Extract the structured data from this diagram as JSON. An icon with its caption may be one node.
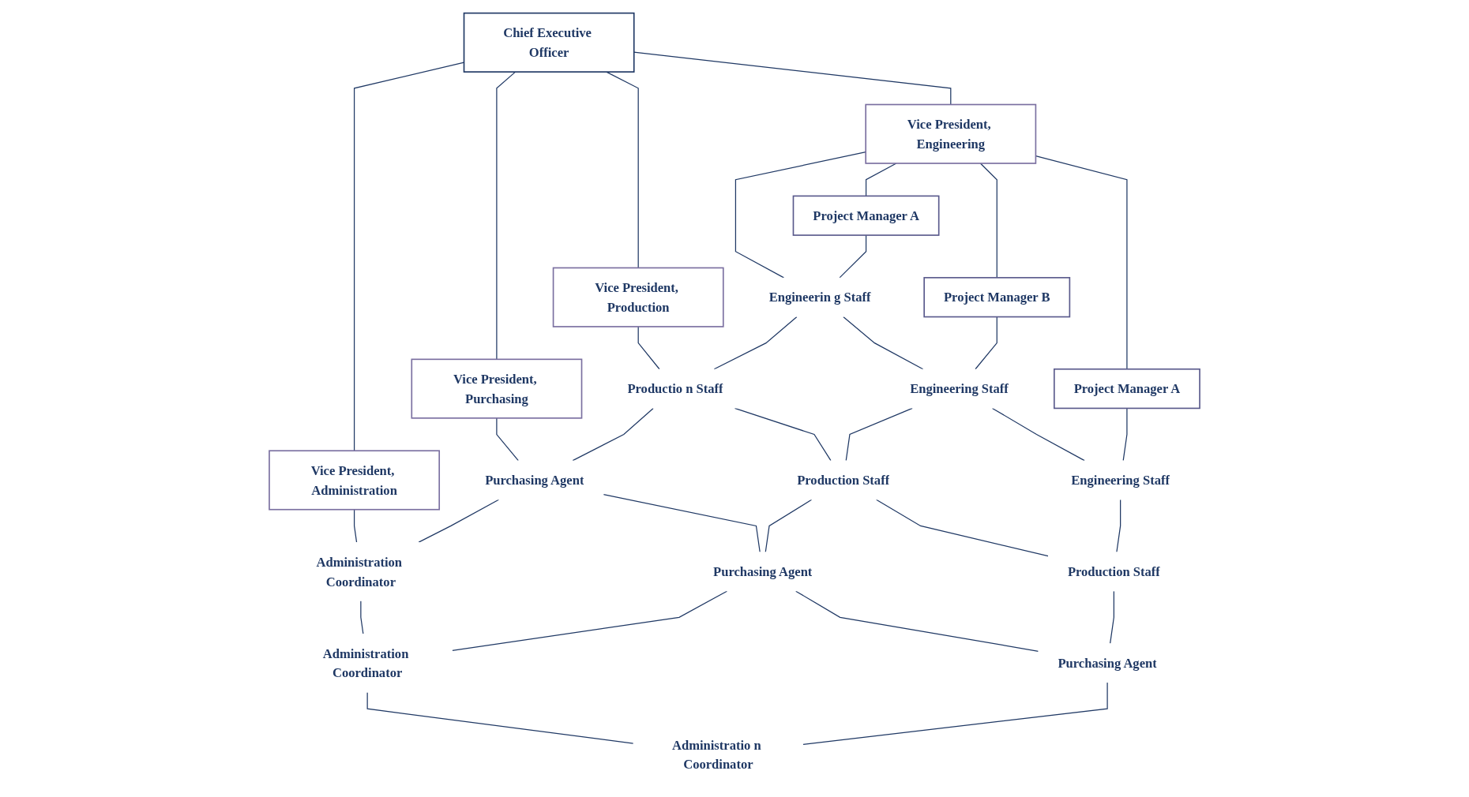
{
  "diagram": {
    "nodes": [
      {
        "text": [
          "Chief Executive Officer"
        ]
      },
      {
        "text": [
          "Vice President, Engineering"
        ]
      },
      {
        "text": [
          "Vice President, Production"
        ]
      },
      {
        "text": [
          "Vice President, Purchasing"
        ]
      },
      {
        "text": [
          "Vice President, Administration"
        ]
      },
      {
        "text": [
          "Project Manager A"
        ]
      },
      {
        "text": [
          "Engineerin g Staff"
        ]
      },
      {
        "text": [
          "Productio n Staff"
        ]
      },
      {
        "text": [
          "Purchasing Agent"
        ]
      },
      {
        "text": [
          "Administration Coordinator"
        ]
      },
      {
        "text": [
          "Project Manager B"
        ]
      },
      {
        "text": [
          "Engineering Staff"
        ]
      },
      {
        "text": [
          "Production Staff"
        ]
      },
      {
        "text": [
          "Purchasing Agent"
        ]
      },
      {
        "text": [
          "Administration Coordinator"
        ]
      },
      {
        "text": [
          "Project Manager A"
        ]
      },
      {
        "text": [
          "Engineering Staff"
        ]
      },
      {
        "text": [
          "Production Staff"
        ]
      },
      {
        "text": [
          "Purchasing Agent"
        ]
      },
      {
        "text": [
          "Administratio n Coordinator"
        ]
      }
    ],
    "edges": [
      {
        "from": 0,
        "to": 1,
        "arrow": "none"
      },
      {
        "from": 0,
        "to": 2,
        "arrow": "none"
      },
      {
        "from": 0,
        "to": 3,
        "arrow": "none"
      },
      {
        "from": 0,
        "to": 4,
        "arrow": "none"
      },
      {
        "from": 1,
        "to": 5,
        "arrow": "none"
      },
      {
        "from": 1,
        "to": 10,
        "arrow": "none"
      },
      {
        "from": 1,
        "to": 15,
        "arrow": "none"
      },
      {
        "from": 1,
        "to": 6,
        "arrow": "none"
      },
      {
        "from": 2,
        "to": 7,
        "arrow": "none"
      },
      {
        "from": 3,
        "to": 8,
        "arrow": "none"
      },
      {
        "from": 4,
        "to": 9,
        "arrow": "none"
      },
      {
        "from": 6,
        "to": 11,
        "arrow": "none"
      },
      {
        "from": 7,
        "to": 12,
        "arrow": "none"
      },
      {
        "from": 8,
        "to": 13,
        "arrow": "none"
      },
      {
        "from": 9,
        "to": 14,
        "arrow": "none"
      },
      {
        "from": 11,
        "to": 16,
        "arrow": "none"
      },
      {
        "from": 12,
        "to": 17,
        "arrow": "none"
      },
      {
        "from": 13,
        "to": 18,
        "arrow": "none"
      },
      {
        "from": 14,
        "to": 19,
        "arrow": "none"
      },
      {
        "from": 5,
        "to": 6,
        "arrow": "none"
      },
      {
        "from": 6,
        "to": 7,
        "arrow": "none"
      },
      {
        "from": 7,
        "to": 8,
        "arrow": "none"
      },
      {
        "from": 8,
        "to": 9,
        "arrow": "none"
      },
      {
        "from": 10,
        "to": 11,
        "arrow": "none"
      },
      {
        "from": 11,
        "to": 12,
        "arrow": "none"
      },
      {
        "from": 12,
        "to": 13,
        "arrow": "none"
      },
      {
        "from": 13,
        "to": 14,
        "arrow": "none"
      },
      {
        "from": 15,
        "to": 16,
        "arrow": "none"
      },
      {
        "from": 16,
        "to": 17,
        "arrow": "none"
      },
      {
        "from": 17,
        "to": 18,
        "arrow": "none"
      },
      {
        "from": 18,
        "to": 19,
        "arrow": "none"
      }
    ]
  }
}
